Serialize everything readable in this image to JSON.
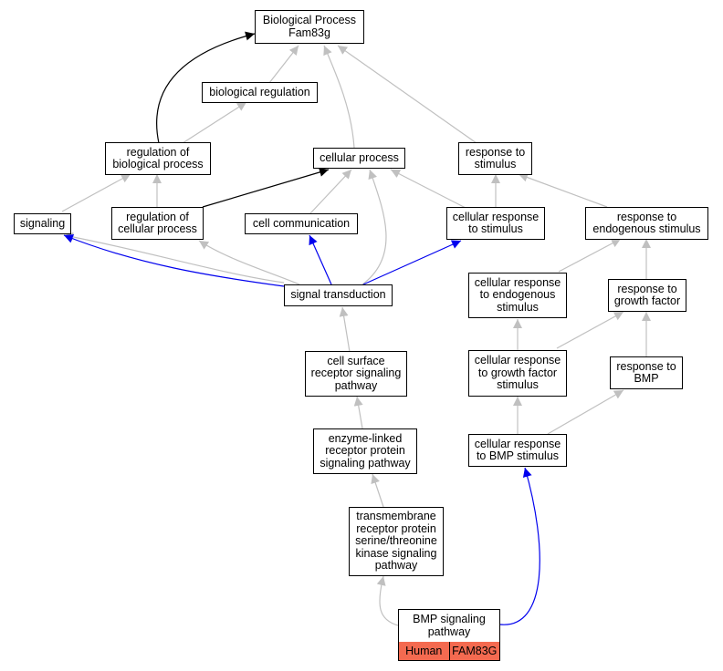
{
  "nodes": {
    "bp": {
      "lines": [
        "Biological Process",
        "Fam83g"
      ]
    },
    "bioreg": {
      "lines": [
        "biological regulation"
      ]
    },
    "regbio": {
      "lines": [
        "regulation of",
        "biological process"
      ]
    },
    "cellproc": {
      "lines": [
        "cellular process"
      ]
    },
    "respstim": {
      "lines": [
        "response to",
        "stimulus"
      ]
    },
    "signaling": {
      "lines": [
        "signaling"
      ]
    },
    "regcell": {
      "lines": [
        "regulation of",
        "cellular process"
      ]
    },
    "cellcomm": {
      "lines": [
        "cell communication"
      ]
    },
    "cellresp": {
      "lines": [
        "cellular response",
        "to stimulus"
      ]
    },
    "respendo": {
      "lines": [
        "response to",
        "endogenous stimulus"
      ]
    },
    "sigtrans": {
      "lines": [
        "signal transduction"
      ]
    },
    "cellrespendo": {
      "lines": [
        "cellular response",
        "to endogenous",
        "stimulus"
      ]
    },
    "respgf": {
      "lines": [
        "response to",
        "growth factor"
      ]
    },
    "cellsurf": {
      "lines": [
        "cell surface",
        "receptor signaling",
        "pathway"
      ]
    },
    "cellrespgf": {
      "lines": [
        "cellular response",
        "to growth factor",
        "stimulus"
      ]
    },
    "respbmp": {
      "lines": [
        "response to",
        "BMP"
      ]
    },
    "enzyme": {
      "lines": [
        "enzyme-linked",
        "receptor protein",
        "signaling pathway"
      ]
    },
    "cellrespbmp": {
      "lines": [
        "cellular response",
        "to BMP stimulus"
      ]
    },
    "transmem": {
      "lines": [
        "transmembrane",
        "receptor protein",
        "serine/threonine",
        "kinase signaling",
        "pathway"
      ]
    },
    "bmp": {
      "lines": [
        "BMP signaling",
        "pathway"
      ]
    }
  },
  "annotation": {
    "species": "Human",
    "gene": "FAM83G"
  },
  "colors": {
    "gray": "#c0c0c0",
    "black": "#000000",
    "blue": "#0000ee",
    "tag": "#f46a50"
  }
}
